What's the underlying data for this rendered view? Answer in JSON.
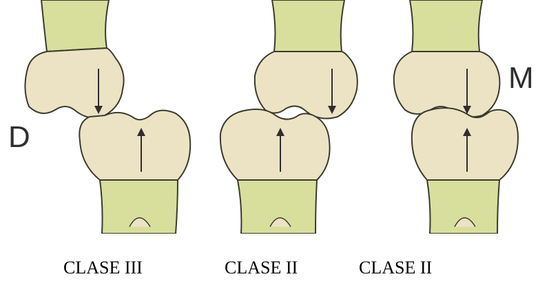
{
  "labels": {
    "distal": "D",
    "mesial": "M"
  },
  "captions": [
    "CLASE III",
    "CLASE II",
    "CLASE II"
  ],
  "colors": {
    "crown": "#ece3c4",
    "root": "#d8df9c",
    "outline": "#3a3a2e",
    "arrow": "#2e2e2e"
  }
}
